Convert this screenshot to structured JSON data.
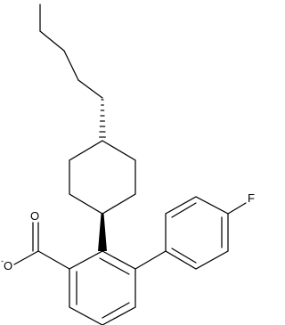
{
  "molecule": {
    "atoms": {
      "fluorine": "F",
      "carboxylate_oxygen_double": "O",
      "carboxylate_oxygen_single": "O",
      "carboxylate_charge": "-"
    },
    "colors": {
      "bond": "#000000",
      "background": "#ffffff"
    },
    "stereo_bonds": [
      "wedge",
      "hash"
    ]
  }
}
